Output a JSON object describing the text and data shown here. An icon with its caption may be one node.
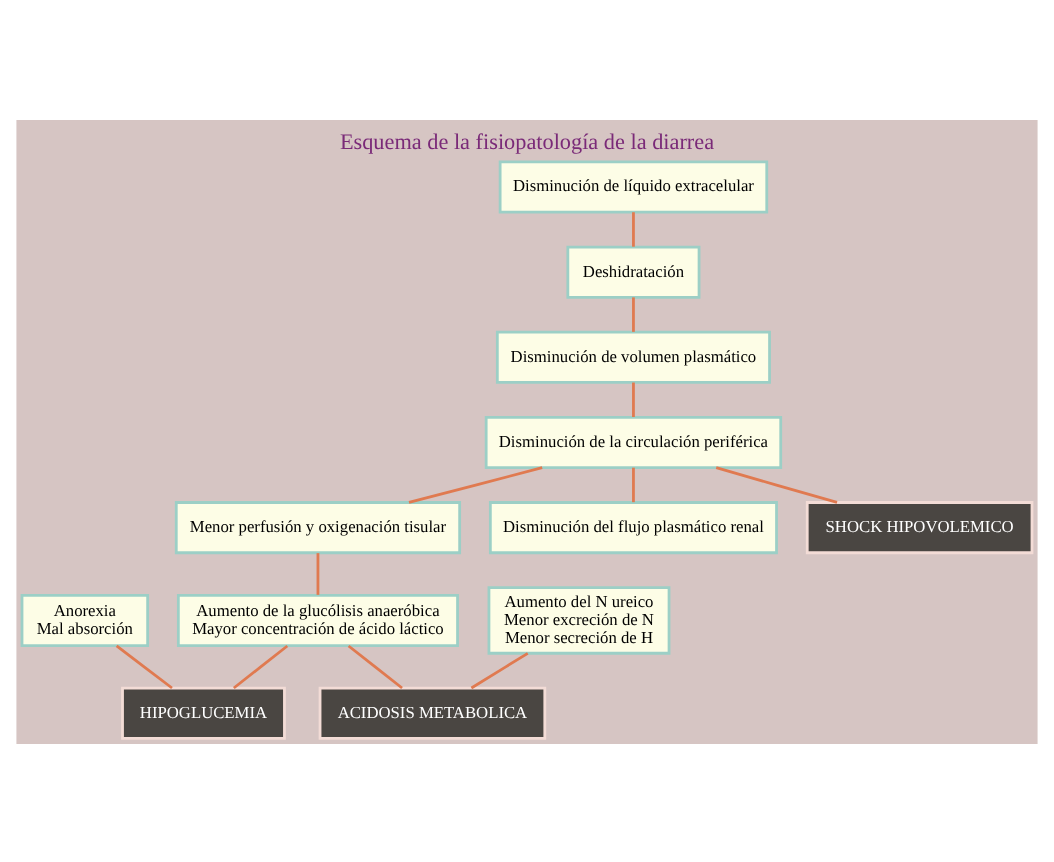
{
  "diagram": {
    "title": "Esquema de la fisiopatología de la diarrea",
    "nodes": [
      {
        "text": [
          "Disminución de líquido extracelular"
        ]
      },
      {
        "text": [
          "Menor perfusión y oxigenación tisular"
        ]
      },
      {
        "text": [
          "Anorexia",
          "Mal absorción"
        ]
      },
      {
        "text": [
          "Deshidratación"
        ]
      },
      {
        "text": [
          "Aumento de la glucólisis anaeróbica",
          "Mayor concentración de ácido láctico"
        ]
      },
      {
        "text": [
          "Disminución de volumen plasmático"
        ]
      },
      {
        "text": [
          "Disminución del flujo plasmático renal"
        ]
      },
      {
        "text": [
          "HIPOGLUCEMIA"
        ]
      },
      {
        "text": [
          "Disminución de la circulación periférica"
        ]
      },
      {
        "text": [
          "Aumento del N ureico",
          "Menor excreción de N",
          "Menor secreción de H"
        ]
      },
      {
        "text": [
          "SHOCK HIPOVOLEMICO"
        ]
      },
      {
        "text": [
          "ACIDOSIS METABOLICA"
        ]
      }
    ],
    "edges": [
      {
        "from": 0,
        "to": 3,
        "arrow": "none"
      },
      {
        "from": 3,
        "to": 5,
        "arrow": "none"
      },
      {
        "from": 5,
        "to": 8,
        "arrow": "none"
      },
      {
        "from": 8,
        "to": 10,
        "arrow": "none"
      },
      {
        "from": 8,
        "to": 1,
        "arrow": "none"
      },
      {
        "from": 8,
        "to": 6,
        "arrow": "none"
      },
      {
        "from": 1,
        "to": 4,
        "arrow": "none"
      },
      {
        "from": 4,
        "to": 11,
        "arrow": "none"
      },
      {
        "from": 4,
        "to": 7,
        "arrow": "none"
      },
      {
        "from": 2,
        "to": 7,
        "arrow": "none"
      },
      {
        "from": 9,
        "to": 11,
        "arrow": "none"
      }
    ]
  }
}
